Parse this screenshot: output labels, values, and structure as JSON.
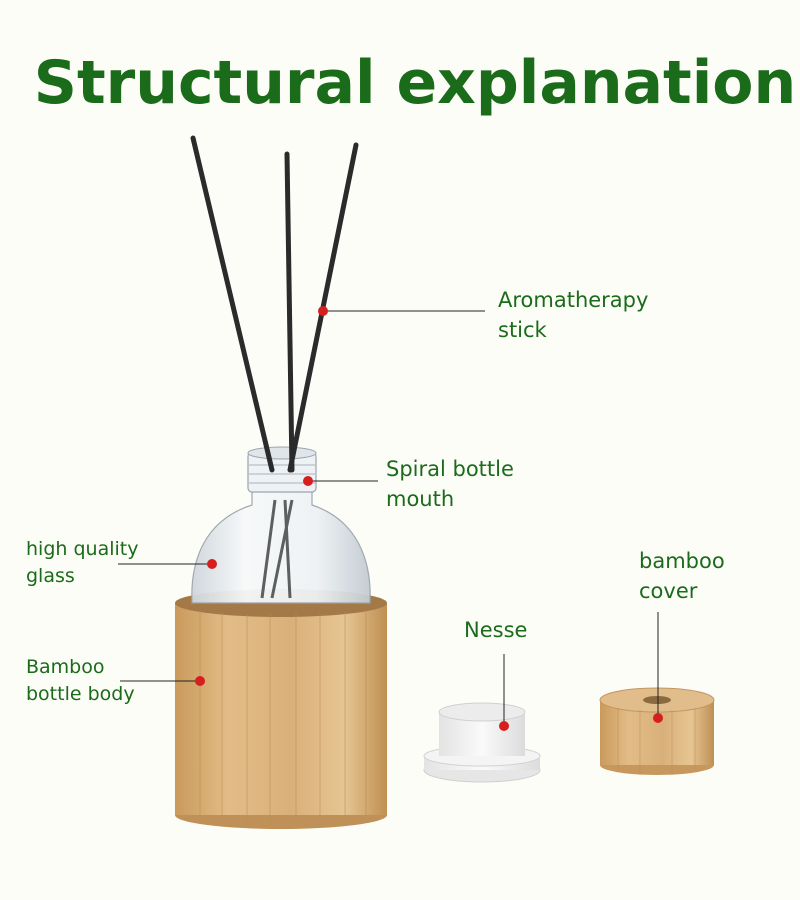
{
  "title": "Structural explanation",
  "labels": {
    "aromatherapy_stick": {
      "line1": "Aromatherapy",
      "line2": "stick"
    },
    "spiral_bottle_mouth": {
      "line1": "Spiral bottle",
      "line2": "mouth"
    },
    "high_quality_glass": {
      "line1": "high quality",
      "line2": "glass"
    },
    "bamboo_bottle_body": {
      "line1": "Bamboo",
      "line2": "bottle body"
    },
    "nesse": {
      "line1": "Nesse"
    },
    "bamboo_cover": {
      "line1": "bamboo",
      "line2": "cover"
    }
  },
  "colors": {
    "title_text": "#1a6b1a",
    "label_text": "#1a6b1a",
    "marker_dot": "#d61f1f",
    "leader_line": "#222222",
    "bamboo": "#d9b27a",
    "reed_stick": "#2b2b2b",
    "glass": "#e9eef2",
    "plug": "#f1f1f1"
  }
}
